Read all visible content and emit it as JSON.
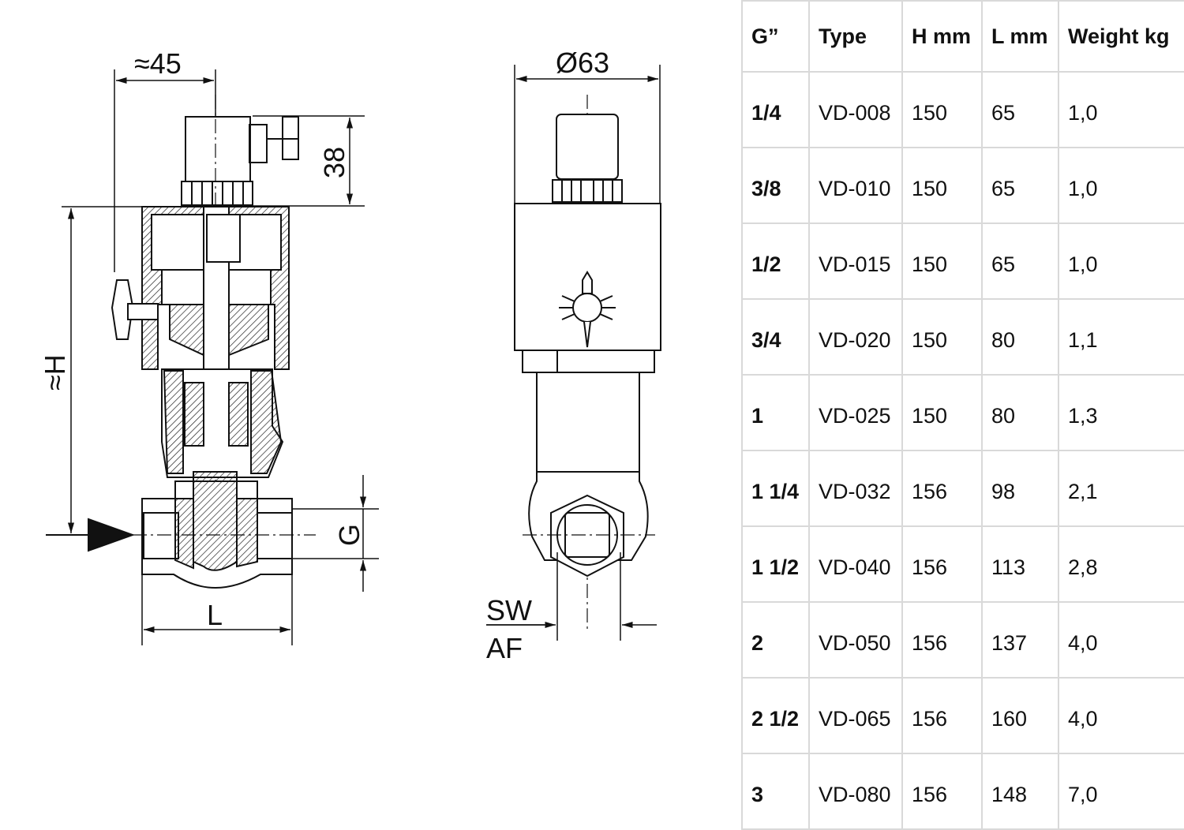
{
  "drawing": {
    "dimensions": {
      "width_approx": "≈45",
      "head_height": "38",
      "overall_height": "≈H",
      "thread": "G",
      "length": "L",
      "diameter": "Ø63",
      "wrench_size_top": "SW",
      "wrench_size_bottom": "AF"
    }
  },
  "table": {
    "headers": [
      "G”",
      "Type",
      "H mm",
      "L mm",
      "Weight kg"
    ],
    "rows": [
      [
        "1/4",
        "VD-008",
        "150",
        "65",
        "1,0"
      ],
      [
        "3/8",
        "VD-010",
        "150",
        "65",
        "1,0"
      ],
      [
        "1/2",
        "VD-015",
        "150",
        "65",
        "1,0"
      ],
      [
        "3/4",
        "VD-020",
        "150",
        "80",
        "1,1"
      ],
      [
        "1",
        "VD-025",
        "150",
        "80",
        "1,3"
      ],
      [
        "1 1/4",
        "VD-032",
        "156",
        "98",
        "2,1"
      ],
      [
        "1 1/2",
        "VD-040",
        "156",
        "113",
        "2,8"
      ],
      [
        "2",
        "VD-050",
        "156",
        "137",
        "4,0"
      ],
      [
        "2 1/2",
        "VD-065",
        "156",
        "160",
        "4,0"
      ],
      [
        "3",
        "VD-080",
        "156",
        "148",
        "7,0"
      ]
    ]
  }
}
